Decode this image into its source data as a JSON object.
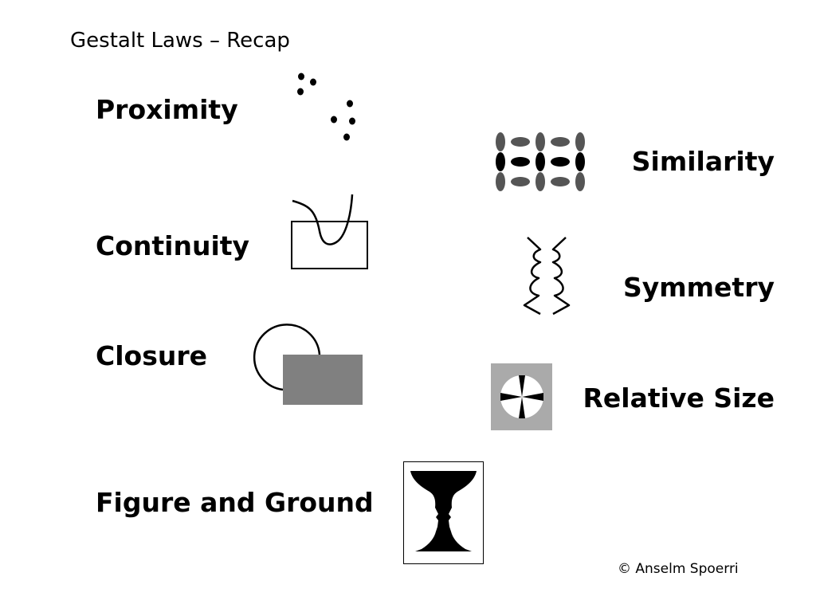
{
  "slide": {
    "title": "Gestalt Laws – Recap",
    "copyright": "© Anselm Spoerri"
  },
  "laws": {
    "proximity": "Proximity",
    "continuity": "Continuity",
    "closure": "Closure",
    "figure_ground": "Figure and Ground",
    "similarity": "Similarity",
    "symmetry": "Symmetry",
    "relative_size": "Relative Size"
  },
  "colors": {
    "shape_gray": "#808080",
    "ellipse_gray": "#555555",
    "background_gray": "#aaaaaa",
    "ink": "#000000"
  }
}
